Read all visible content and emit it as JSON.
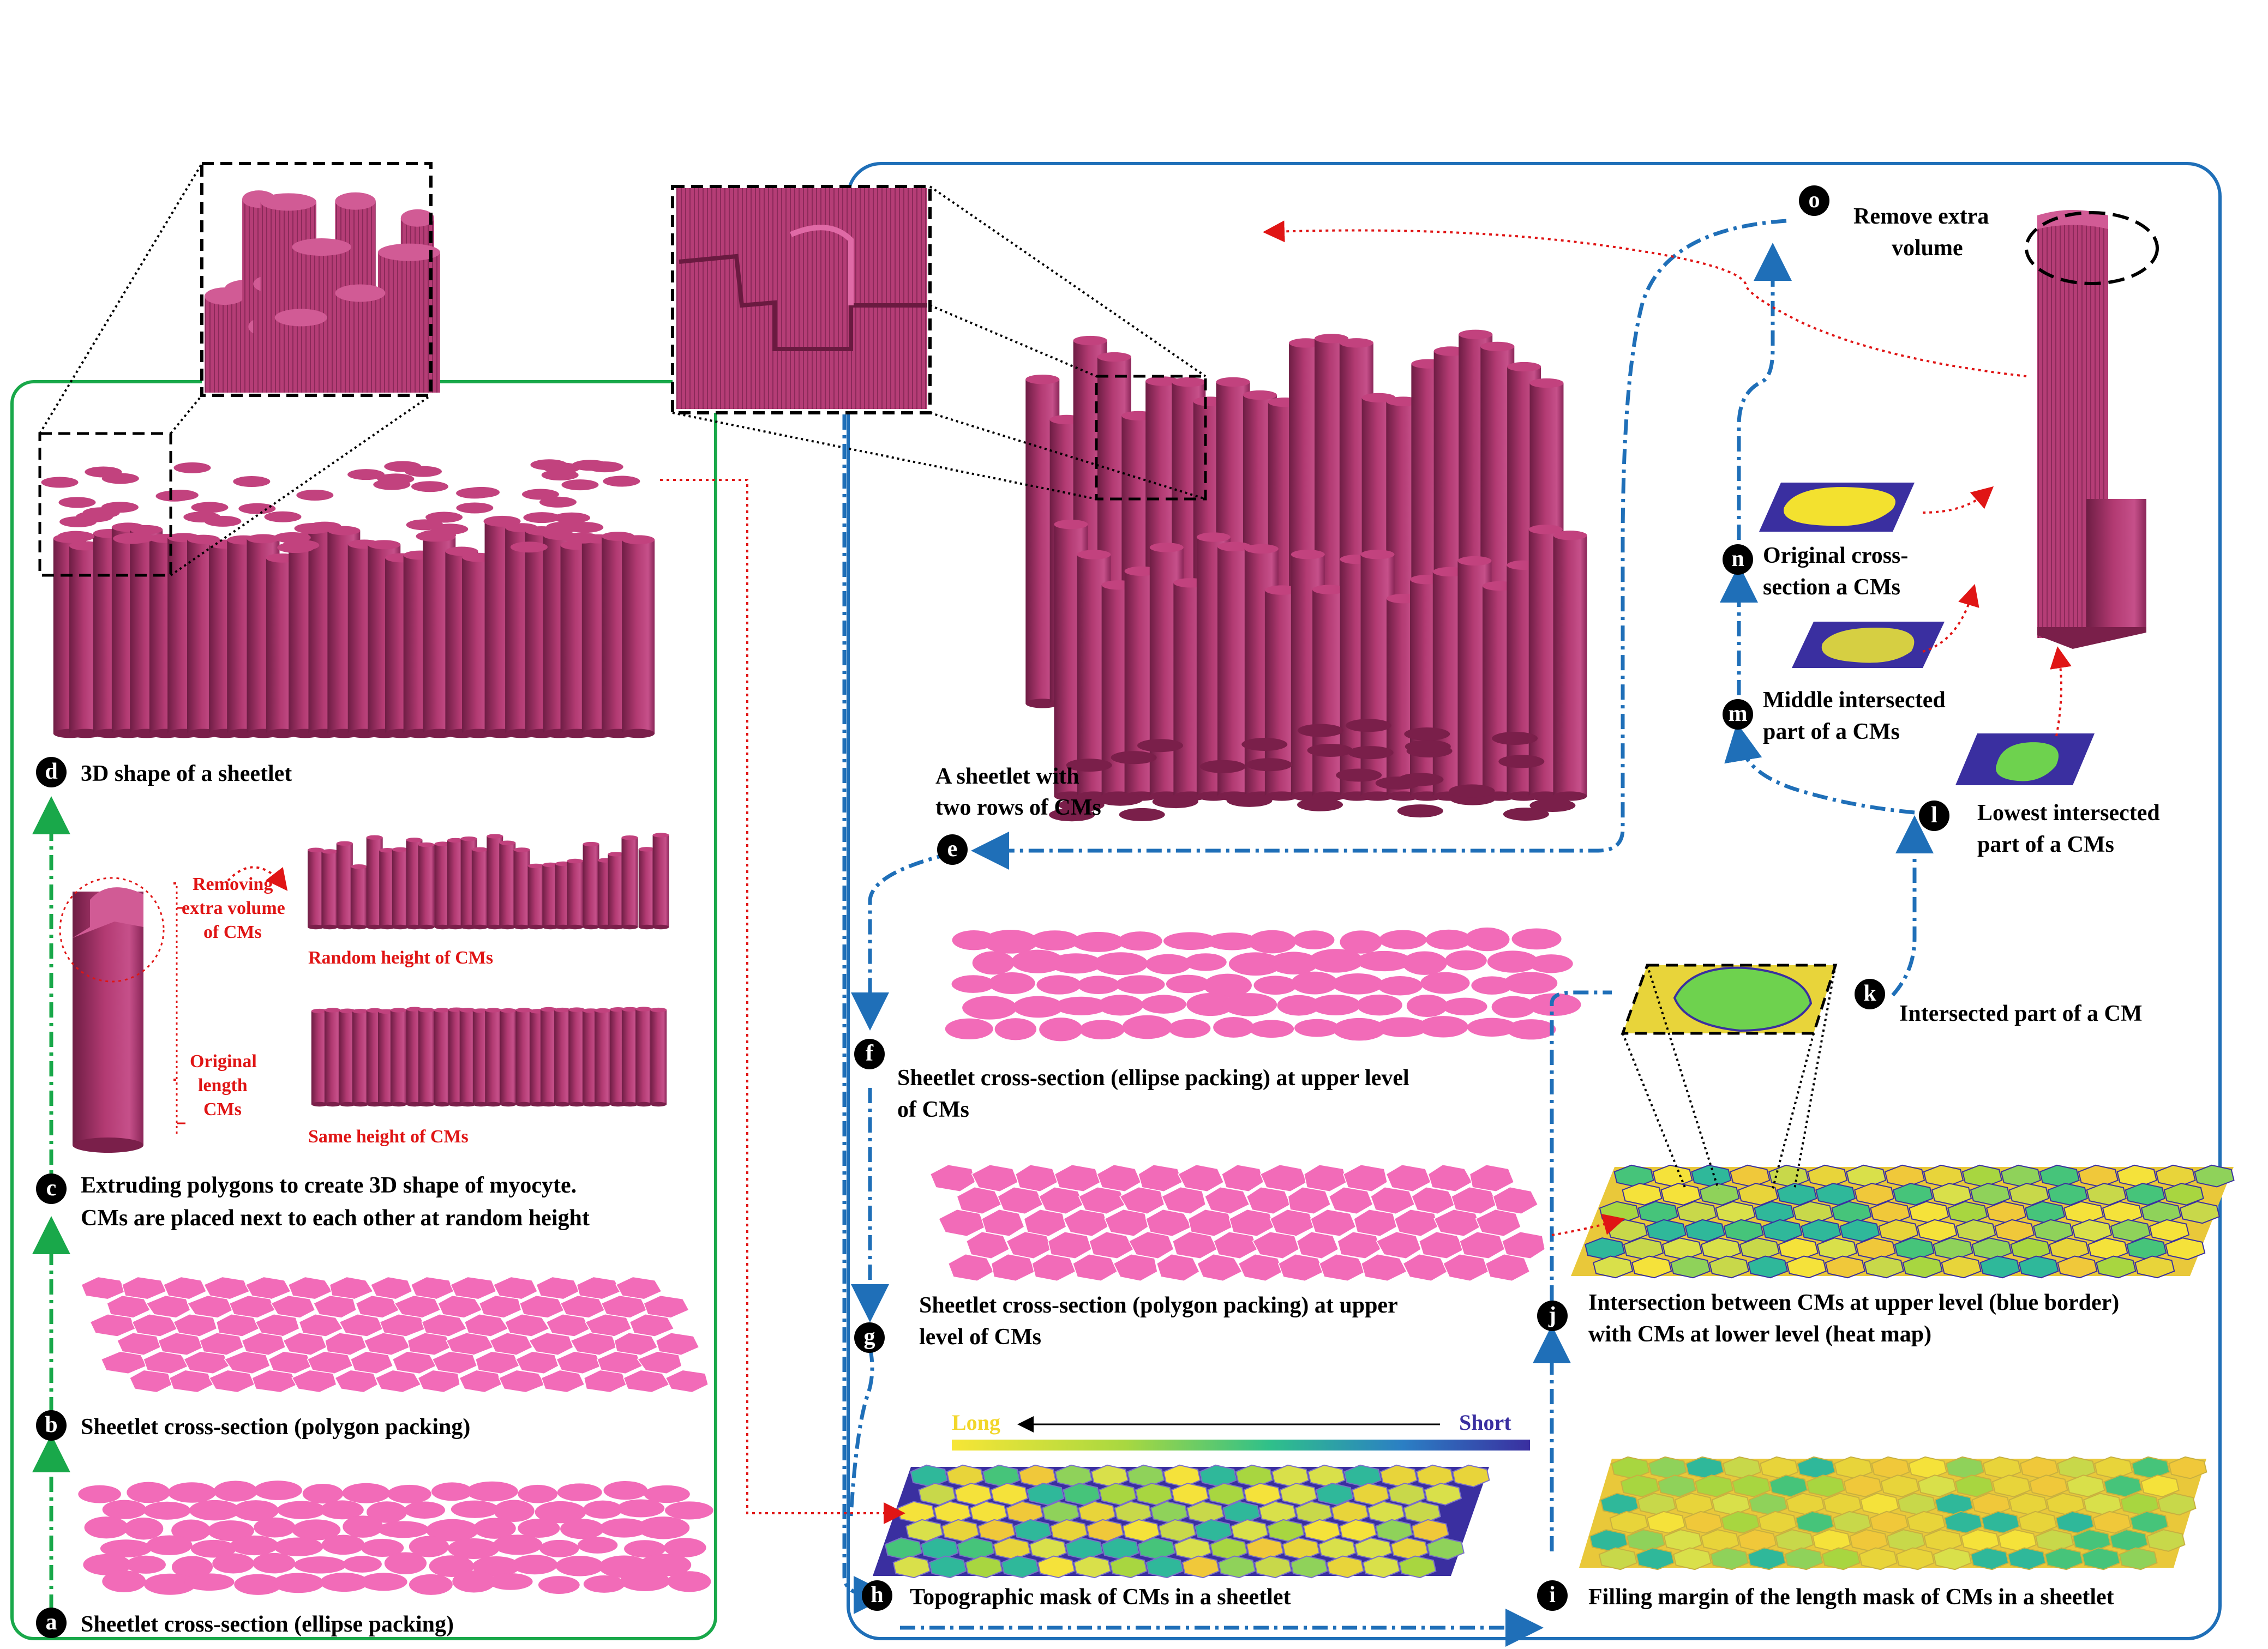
{
  "labels": {
    "a": "Sheetlet cross-section (ellipse packing)",
    "b": "Sheetlet cross-section (polygon packing)",
    "c_line1": "Extruding polygons to create 3D shape of myocyte.",
    "c_line2": "CMs are placed next to each other at random height",
    "d": "3D shape of a sheetlet",
    "e_line1": "A sheetlet with",
    "e_line2": "two rows of CMs",
    "f_line1": "Sheetlet cross-section (ellipse packing) at upper level",
    "f_line2": "of CMs",
    "g_line1": "Sheetlet cross-section (polygon packing) at upper",
    "g_line2": "level of CMs",
    "h": "Topographic mask of CMs in a sheetlet",
    "i": "Filling margin of the length mask of CMs in a sheetlet",
    "j_line1": "Intersection between CMs at upper level (blue border)",
    "j_line2": "with CMs at lower level (heat map)",
    "k": "Intersected part of a CM",
    "l_line1": "Lowest intersected",
    "l_line2": "part of a CMs",
    "m_line1": "Middle intersected",
    "m_line2": "part of a CMs",
    "n_line1": "Original cross-",
    "n_line2": "section a CMs",
    "o_line1": "Remove extra",
    "o_line2": "volume"
  },
  "annotations": {
    "removing_1": "Removing",
    "removing_2": "extra volume",
    "removing_3": "of CMs",
    "original_1": "Original",
    "original_2": "length",
    "original_3": "CMs",
    "random_height": "Random height of CMs",
    "same_height": "Same height of CMs"
  },
  "scale": {
    "long": "Long",
    "short": "Short"
  },
  "badges": [
    "a",
    "b",
    "c",
    "d",
    "e",
    "f",
    "g",
    "h",
    "i",
    "j",
    "k",
    "l",
    "m",
    "n",
    "o"
  ],
  "colors": {
    "green_frame": "#19a84a",
    "blue_frame": "#1f6fb8",
    "red_link": "#e01515",
    "cm_pink": "#c2427e",
    "cm_dark": "#7a1f4a",
    "ellipse_pink": "#f26bb8",
    "mask_blue": "#3a2fa0",
    "heat_yellow": "#f5e23a",
    "heat_green": "#29c07a"
  }
}
